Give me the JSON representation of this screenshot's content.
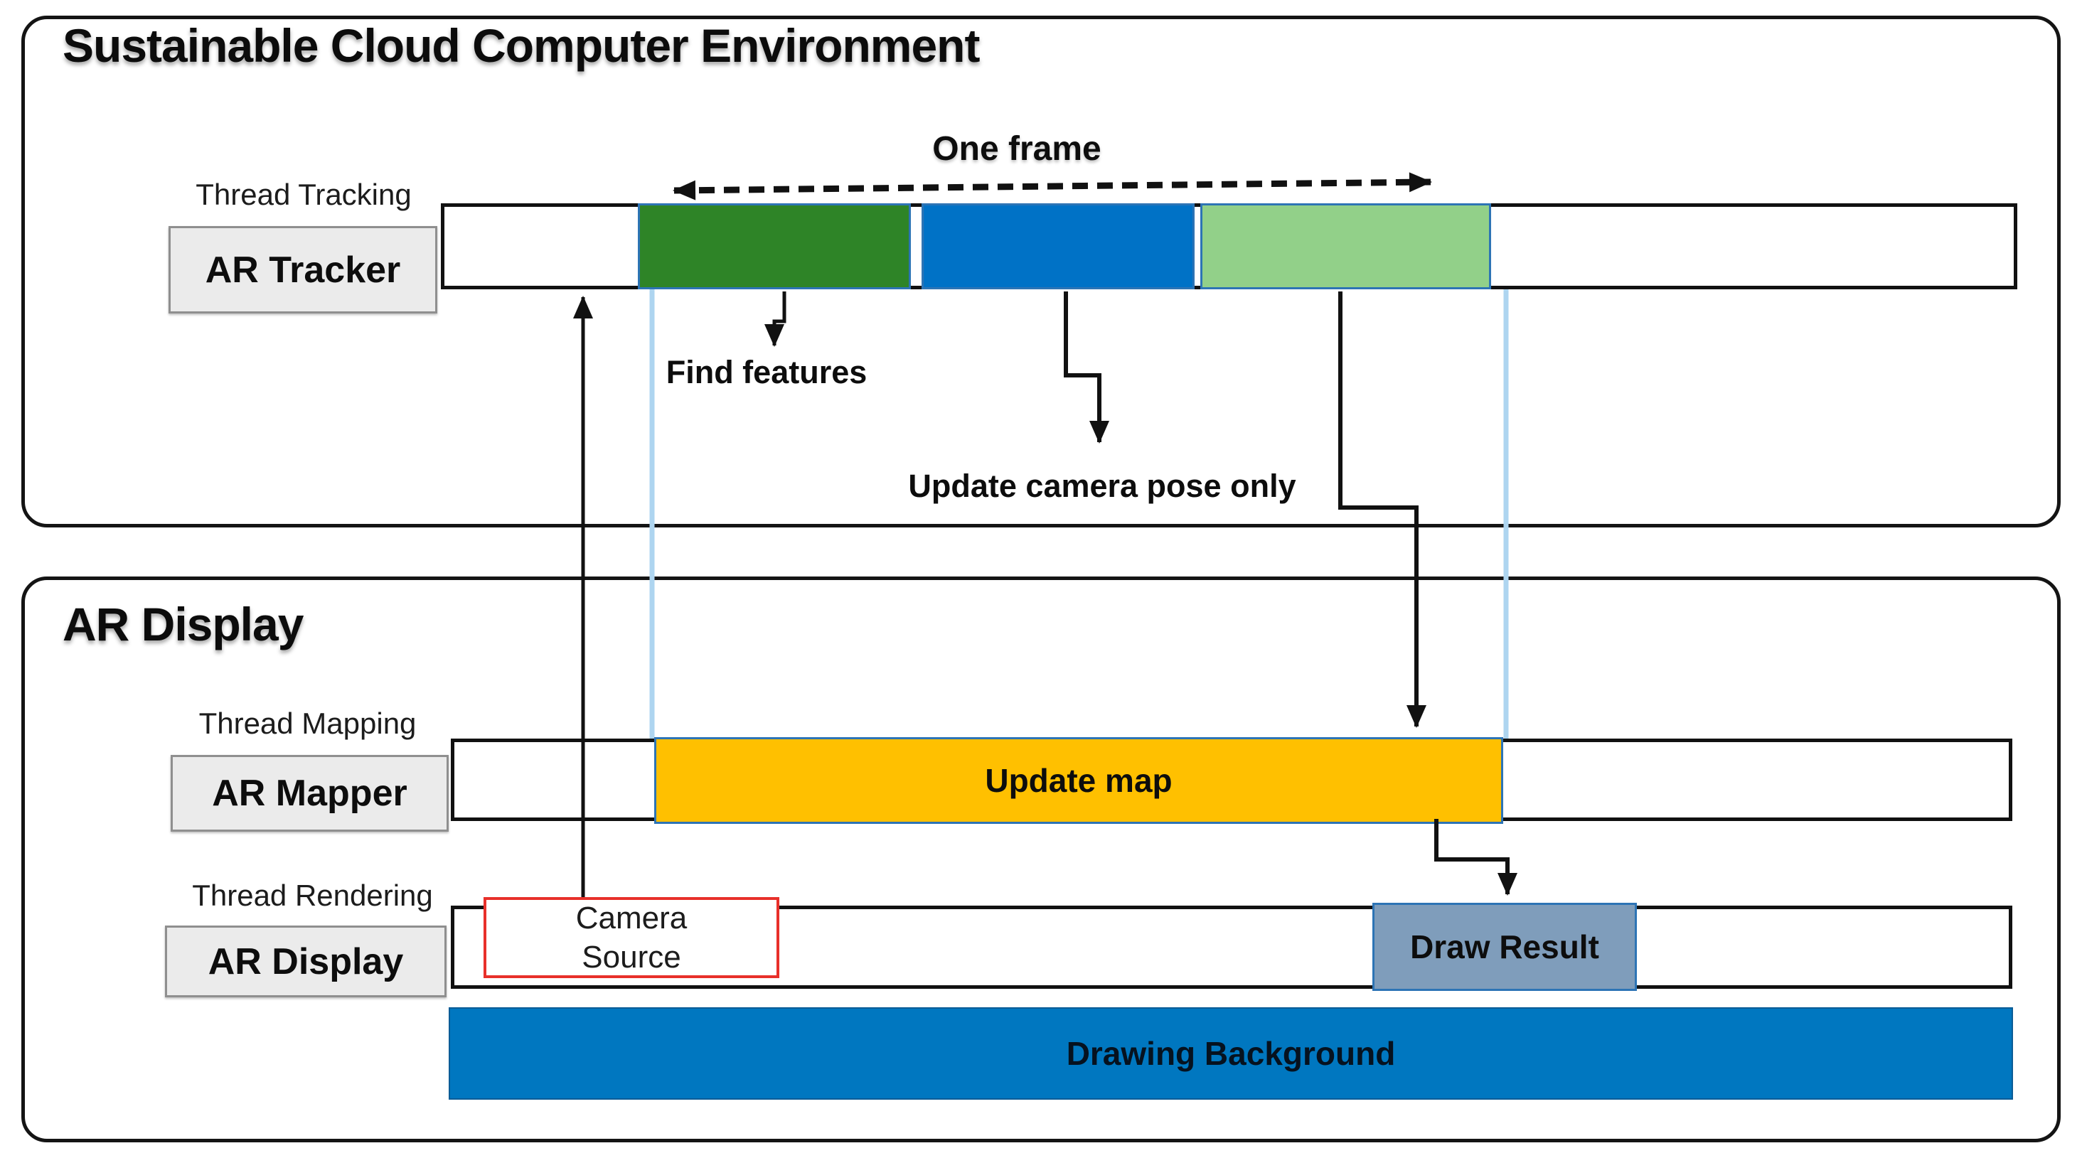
{
  "cloud_panel": {
    "title": "Sustainable Cloud Computer Environment"
  },
  "display_panel": {
    "title": "AR Display"
  },
  "tracking": {
    "thread_label": "Thread Tracking",
    "actor": "AR Tracker"
  },
  "mapping": {
    "thread_label": "Thread Mapping",
    "actor": "AR Mapper"
  },
  "rendering": {
    "thread_label": "Thread Rendering",
    "actor": "AR Display"
  },
  "annotations": {
    "one_frame": "One frame",
    "find_features": "Find features",
    "update_camera_pose": "Update camera pose only"
  },
  "tasks": {
    "update_map": "Update map",
    "draw_result": "Draw Result",
    "drawing_background": "Drawing Background",
    "camera_source_line1": "Camera",
    "camera_source_line2": "Source"
  },
  "colors": {
    "tracker_segment_green": "#2e8427",
    "tracker_segment_blue": "#0072c6",
    "tracker_segment_lightgreen": "#92d089",
    "update_map_segment": "#ffc000",
    "draw_result_segment": "#7f9dbb",
    "drawing_background_bar": "#0077c0",
    "frame_guide_line": "#aed5f0",
    "camera_source_border": "#e8302a",
    "actor_box_fill": "#ebebeb",
    "segment_border": "#2d74b5"
  }
}
